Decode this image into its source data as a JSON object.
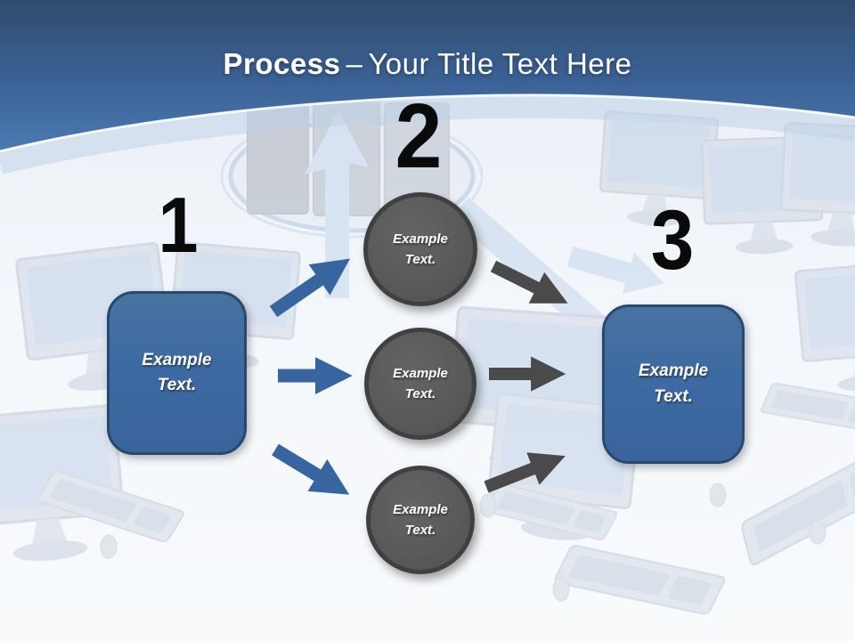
{
  "title": {
    "prefix": "Process",
    "separator": "–",
    "suffix": "Your Title Text Here"
  },
  "diagram": {
    "step1": {
      "number": "1",
      "label": "Example Text."
    },
    "step2": {
      "number": "2",
      "circles": [
        {
          "label": "Example Text."
        },
        {
          "label": "Example Text."
        },
        {
          "label": "Example Text."
        }
      ]
    },
    "step3": {
      "number": "3",
      "label": "Example Text."
    }
  },
  "background": {
    "description": "faded network of computer workstations around central server towers with connection ring"
  },
  "colors": {
    "header_top": "#304C6C",
    "header_bottom": "#4A7AB1",
    "canvas": "#F1F4F8",
    "box_fill": "#3E6AA3",
    "box_border": "#27496F",
    "circle_fill": "#595959",
    "circle_border": "#404040",
    "blue_arrow": "#36659F",
    "gray_arrow": "#4A4A4A",
    "number": "#0A0A0A"
  }
}
